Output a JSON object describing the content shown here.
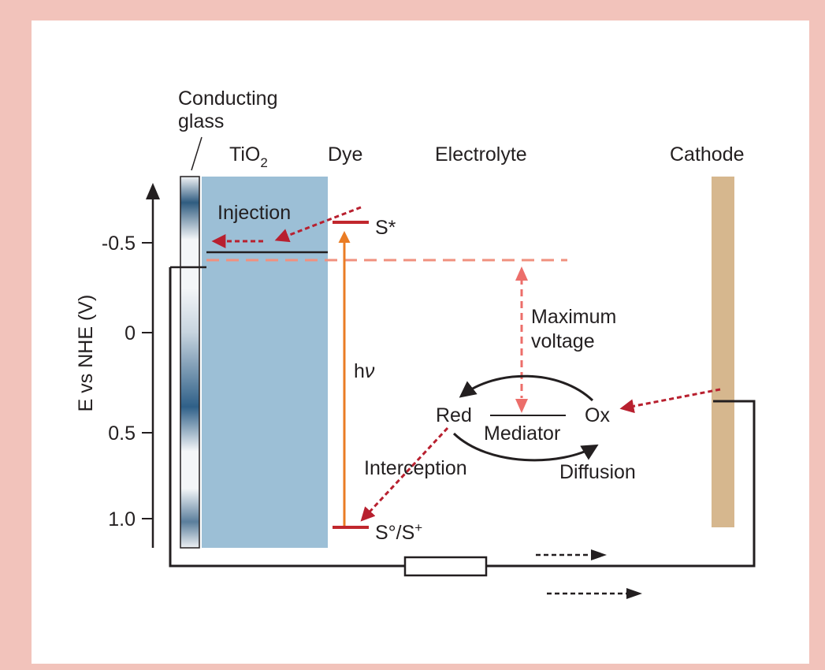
{
  "labels": {
    "conducting_glass_line1": "Conducting",
    "conducting_glass_line2": "glass",
    "tio2_base": "TiO",
    "tio2_sub": "2",
    "dye": "Dye",
    "electrolyte": "Electrolyte",
    "cathode": "Cathode",
    "injection": "Injection",
    "s_star": "S*",
    "s_ground_base": "S°/S",
    "s_ground_sup": "+",
    "hv_h": "h",
    "hv_nu": "ν",
    "max_voltage_line1": "Maximum",
    "max_voltage_line2": "voltage",
    "red": "Red",
    "ox": "Ox",
    "mediator": "Mediator",
    "interception": "Interception",
    "diffusion": "Diffusion"
  },
  "axis": {
    "label": "E vs NHE (V)",
    "ticks": [
      "-0.5",
      "0",
      "0.5",
      "1.0"
    ]
  },
  "colors": {
    "frame": "#f2c3bb",
    "tio2": "#9cbfd6",
    "cathode": "#d6b78e",
    "dye_level": "#c1272d",
    "excitation": "#ea7c24",
    "dashed_red": "#b8202f",
    "max_voltage_arrow": "#ec6e6a",
    "fermi_dashed": "#f0907e"
  }
}
